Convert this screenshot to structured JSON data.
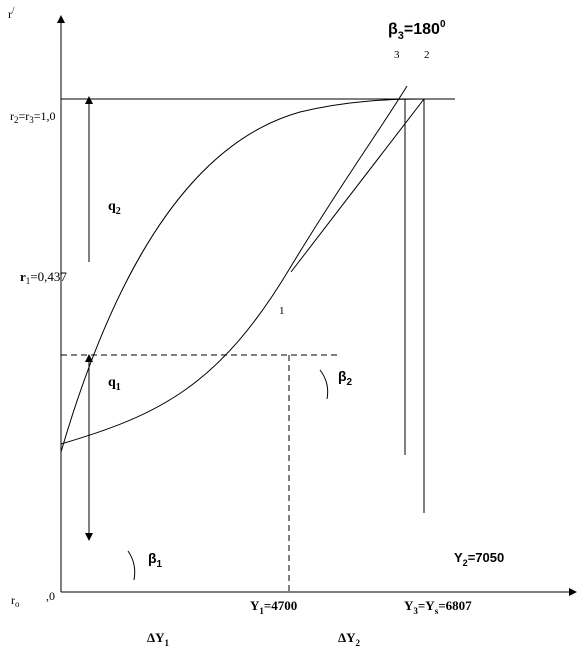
{
  "labels": {
    "axis_y": "r",
    "axis_y_sup": "/",
    "axis_origin_r": "r",
    "axis_origin_sub": "o",
    "origin_zero": ",0",
    "r2r3": "r",
    "r2r3_sub1": "2",
    "r2r3_mid": "=r",
    "r2r3_sub2": "3",
    "r2r3_val": "=1,0",
    "r1": "r",
    "r1_sub": "1",
    "r1_val": "=0,437",
    "q2": "q",
    "q2_sub": "2",
    "q1": "q",
    "q1_sub": "1",
    "beta3": "β",
    "beta3_sub": "3",
    "beta3_val": "=180",
    "beta3_sup": "0",
    "beta2": "β",
    "beta2_sub": "2",
    "beta1": "β",
    "beta1_sub": "1",
    "curve3": "3",
    "curve2": "2",
    "curve1": "1",
    "y1": "Y",
    "y1_sub": "1",
    "y1_val": "=4700",
    "y2": "Y",
    "y2_sub": "2",
    "y2_val": "=7050",
    "y3": "Y",
    "y3_sub": "3",
    "y3_mid": "=Y",
    "ys_sub": "s",
    "y3_val": "=6807",
    "dy1": "ΔY",
    "dy1_sub": "1",
    "dy2": "ΔY",
    "dy2_sub": "2"
  }
}
